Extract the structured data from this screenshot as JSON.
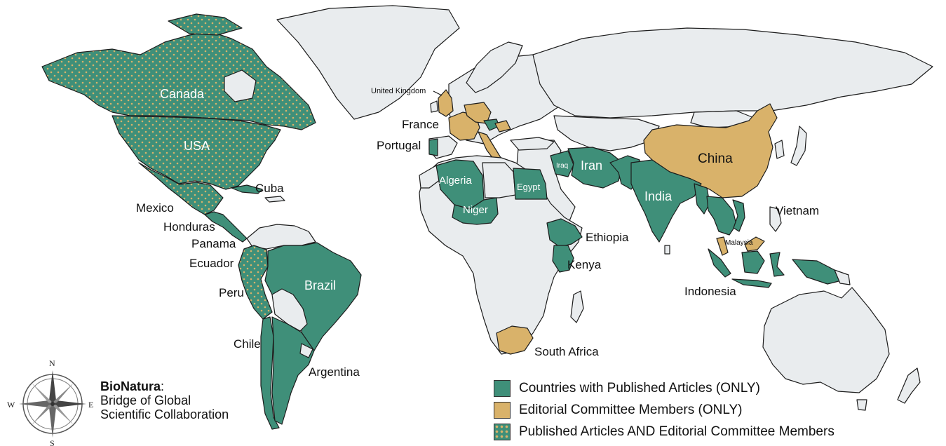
{
  "colors": {
    "published_only": "#3f8f79",
    "editorial_only": "#d9b26a",
    "both": "#3f8f79",
    "other_land": "#e9ecee"
  },
  "map": {
    "countries_published_only": [
      "Algeria",
      "Niger",
      "Egypt",
      "Iraq",
      "Iran",
      "India",
      "Brazil",
      "Argentina",
      "Chile",
      "Cuba",
      "Honduras",
      "Panama",
      "Portugal",
      "Ethiopia",
      "Kenya",
      "Indonesia",
      "Vietnam"
    ],
    "countries_editorial_only": [
      "China",
      "United Kingdom",
      "France",
      "Malaysia",
      "South Africa"
    ],
    "countries_both": [
      "Canada",
      "USA",
      "Mexico",
      "Peru",
      "Ecuador"
    ],
    "labels": {
      "canada": "Canada",
      "usa": "USA",
      "mexico": "Mexico",
      "cuba": "Cuba",
      "honduras": "Honduras",
      "panama": "Panama",
      "ecuador": "Ecuador",
      "peru": "Peru",
      "brazil": "Brazil",
      "chile": "Chile",
      "argentina": "Argentina",
      "united_kingdom": "United Kingdom",
      "france": "France",
      "portugal": "Portugal",
      "algeria": "Algeria",
      "niger": "Niger",
      "egypt": "Egypt",
      "iraq": "Iraq",
      "iran": "Iran",
      "india": "India",
      "china": "China",
      "vietnam": "Vietnam",
      "malaysia": "Malaysia",
      "indonesia": "Indonesia",
      "ethiopia": "Ethiopia",
      "kenya": "Kenya",
      "south_africa": "South Africa"
    }
  },
  "legend": {
    "items": [
      {
        "label": "Countries with Published Articles (ONLY)"
      },
      {
        "label": "Editorial Committee Members (ONLY)"
      },
      {
        "label": "Published Articles AND Editorial Committee Members"
      }
    ]
  },
  "brand": {
    "name": "BioNatura",
    "line2": "Bridge of Global",
    "line3": "Scientific Collaboration"
  },
  "compass": {
    "n": "N",
    "e": "E",
    "s": "S",
    "w": "W"
  }
}
